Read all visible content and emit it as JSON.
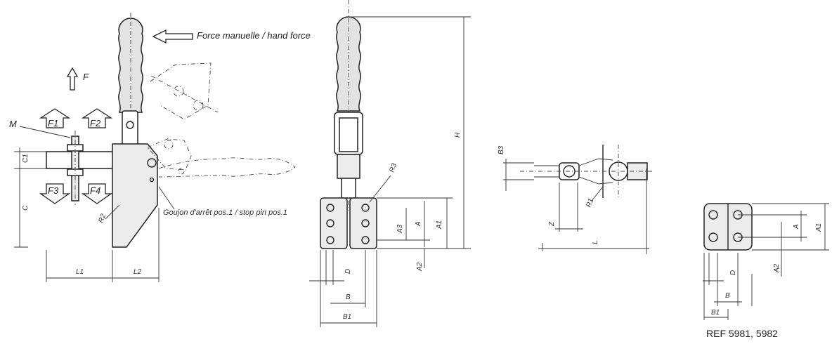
{
  "labels": {
    "hand_force": "Force manuelle / hand force",
    "F": "F",
    "M": "M",
    "F1": "F1",
    "F2": "F2",
    "F3": "F3",
    "F4": "F4",
    "C1": "C1",
    "C": "C",
    "R2": "R2",
    "L1": "L1",
    "L2": "L2",
    "stop_pin": "Goujon d'arrêt pos.1 / stop pin pos.1",
    "R3": "R3",
    "H": "H",
    "A1": "A1",
    "A": "A",
    "A3": "A3",
    "A2": "A2",
    "D": "D",
    "B": "B",
    "B1": "B1",
    "B3": "B3",
    "R1": "R1",
    "Z": "Z",
    "L": "L"
  },
  "reference": "REF 5981, 5982"
}
